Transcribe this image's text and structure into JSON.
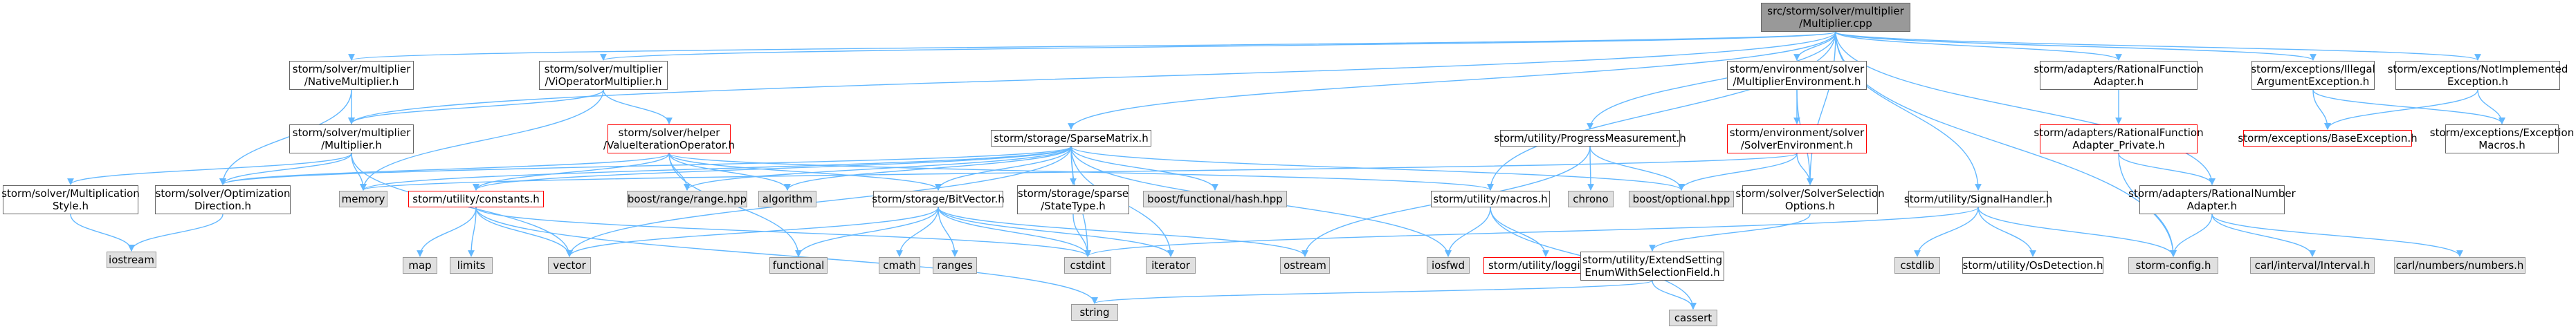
{
  "nodes": {
    "root": {
      "l1": "src/storm/solver/multiplier",
      "l2": "/Multiplier.cpp"
    },
    "native": {
      "l1": "storm/solver/multiplier",
      "l2": "/NativeMultiplier.h"
    },
    "viop": {
      "l1": "storm/solver/multiplier",
      "l2": "/ViOperatorMultiplier.h"
    },
    "sparse": {
      "l1": "storm/storage/SparseMatrix.h"
    },
    "progress": {
      "l1": "storm/utility/ProgressMeasurement.h"
    },
    "multenvsolver": {
      "l1": "storm/environment/solver",
      "l2": "/MultiplierEnvironment.h"
    },
    "ratfunc": {
      "l1": "storm/adapters/RationalFunction",
      "l2": "Adapter.h"
    },
    "illegal": {
      "l1": "storm/exceptions/Illegal",
      "l2": "ArgumentException.h"
    },
    "notimpl": {
      "l1": "storm/exceptions/NotImplemented",
      "l2": "Exception.h"
    },
    "multh": {
      "l1": "storm/solver/multiplier",
      "l2": "/Multiplier.h"
    },
    "vio": {
      "l1": "storm/solver/helper",
      "l2": "/ValueIterationOperator.h"
    },
    "solverenv": {
      "l1": "storm/environment/solver",
      "l2": "/SolverEnvironment.h"
    },
    "ratfuncpriv": {
      "l1": "storm/adapters/RationalFunction",
      "l2": "Adapter_Private.h"
    },
    "baseexc": {
      "l1": "storm/exceptions/BaseException.h"
    },
    "excmacros": {
      "l1": "storm/exceptions/Exception",
      "l2": "Macros.h"
    },
    "multstyle": {
      "l1": "storm/solver/Multiplication",
      "l2": "Style.h"
    },
    "optdir": {
      "l1": "storm/solver/Optimization",
      "l2": "Direction.h"
    },
    "memory": {
      "l1": "memory"
    },
    "constants": {
      "l1": "storm/utility/constants.h"
    },
    "boostrange": {
      "l1": "boost/range/range.hpp"
    },
    "algorithm": {
      "l1": "algorithm"
    },
    "bitvector": {
      "l1": "storm/storage/BitVector.h"
    },
    "statetype": {
      "l1": "storm/storage/sparse",
      "l2": "/StateType.h"
    },
    "boostfunc": {
      "l1": "boost/functional/hash.hpp"
    },
    "macros": {
      "l1": "storm/utility/macros.h"
    },
    "chrono": {
      "l1": "chrono"
    },
    "boostopt": {
      "l1": "boost/optional.hpp"
    },
    "solversel": {
      "l1": "storm/solver/SolverSelection",
      "l2": "Options.h"
    },
    "signal": {
      "l1": "storm/utility/SignalHandler.h"
    },
    "ratnum": {
      "l1": "storm/adapters/RationalNumber",
      "l2": "Adapter.h"
    },
    "iostream": {
      "l1": "iostream"
    },
    "map": {
      "l1": "map"
    },
    "limits": {
      "l1": "limits"
    },
    "vector": {
      "l1": "vector"
    },
    "functional": {
      "l1": "functional"
    },
    "cmath": {
      "l1": "cmath"
    },
    "ranges": {
      "l1": "ranges"
    },
    "cstdint": {
      "l1": "cstdint"
    },
    "iterator": {
      "l1": "iterator"
    },
    "ostream": {
      "l1": "ostream"
    },
    "iosfwd": {
      "l1": "iosfwd"
    },
    "logging": {
      "l1": "storm/utility/logging.h"
    },
    "extsetting": {
      "l1": "storm/utility/ExtendSetting",
      "l2": "EnumWithSelectionField.h"
    },
    "cstdlib": {
      "l1": "cstdlib"
    },
    "osdetect": {
      "l1": "storm/utility/OsDetection.h"
    },
    "config": {
      "l1": "storm-config.h"
    },
    "carlint": {
      "l1": "carl/interval/Interval.h"
    },
    "carlnum": {
      "l1": "carl/numbers/numbers.h"
    },
    "cassert": {
      "l1": "cassert"
    },
    "string": {
      "l1": "string"
    }
  },
  "colors": {
    "edge": "#63b8ff",
    "focus_fill": "#999999",
    "system_fill": "#e0e0e0",
    "missing_border": "#ff0000"
  }
}
